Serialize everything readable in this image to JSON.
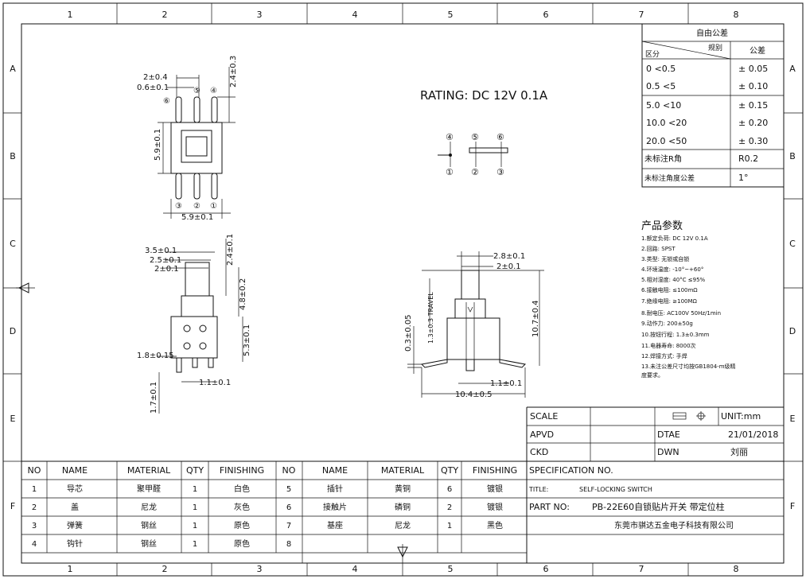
{
  "grid": {
    "cols": [
      "1",
      "2",
      "3",
      "4",
      "5",
      "6",
      "7",
      "8"
    ],
    "rows": [
      "A",
      "B",
      "C",
      "D",
      "E",
      "F"
    ]
  },
  "rating": "RATING: DC  12V  0.1A",
  "top_view": {
    "dims": [
      "2±0.4",
      "0.6±0.1",
      "2.4±0.3",
      "5.9±0.1",
      "5.9±0.1"
    ],
    "pins_top": [
      "⑥",
      "⑤",
      "④"
    ],
    "pins_bottom": [
      "③",
      "②",
      "①"
    ]
  },
  "schematic": {
    "top": [
      "④",
      "⑤",
      "⑥"
    ],
    "bottom": [
      "①",
      "②",
      "③"
    ]
  },
  "side_view": {
    "dims": [
      "3.5±0.1",
      "2.5±0.1",
      "2±0.1",
      "2.4±0.1",
      "4.8±0.2",
      "5.3±0.1",
      "1.8±0.15",
      "1.1±0.1",
      "1.7±0.1"
    ]
  },
  "front_view": {
    "dims": [
      "2.8±0.1",
      "2±0.1",
      "10.7±0.4",
      "0.3±0.05",
      "1.1±0.1",
      "10.4±0.5"
    ],
    "travel": "1.3±0.3  TRAVEL"
  },
  "tolerance": {
    "title": "自由公差",
    "h_split": "规别",
    "h_range": "区分",
    "h_tol": "公差",
    "rows": [
      {
        "range": "0    <0.5",
        "tol": "± 0.05"
      },
      {
        "range": "0.5     <5",
        "tol": "± 0.10"
      },
      {
        "range": "5.0    <10",
        "tol": "± 0.15"
      },
      {
        "range": "10.0   <20",
        "tol": "± 0.20"
      },
      {
        "range": "20.0   <50",
        "tol": "± 0.30"
      },
      {
        "range": "未标注R角",
        "tol": "R0.2"
      },
      {
        "range": "未标注角度公差",
        "tol": "1°"
      }
    ]
  },
  "params": {
    "title": "产品参数",
    "items": [
      "1.额定负荷:     DC  12V  0.1A",
      "2.回路:         SPST",
      "3.类型:         无锁或自锁",
      "4.环境温度:     -10°~+60°",
      "5.相对湿度:     40°C  ≤95%",
      "6.接触电阻:     ≤100mΩ",
      "7.绝缘电阻:     ≥100MΩ",
      "8.耐电压:       AC100V 50Hz/1min",
      "9.动作力:       200±50g",
      "10.按钮行程:    1.3±0.3mm",
      "11.电器寿命:    8000次",
      "12.焊接方式:    手焊",
      "13.未注公差尺寸均按GB1804-m级精",
      "度要求。"
    ]
  },
  "title_block": {
    "scale_label": "SCALE",
    "unit": "UNIT:mm",
    "apvd_label": "APVD",
    "date_label": "DTAE",
    "date": "21/01/2018",
    "ckd_label": "CKD",
    "dwn_label": "DWN",
    "dwn_name": "刘丽",
    "spec": "SPECIFICATION  NO.",
    "title_label": "TITLE:",
    "title_value": "SELF-LOCKING  SWITCH",
    "part_label": "PART  NO:",
    "part_value": "PB-22E60自锁贴片开关  带定位柱",
    "company": "东莞市骐达五金电子科技有限公司"
  },
  "bom": {
    "headers": [
      "NO",
      "NAME",
      "MATERIAL",
      "QTY",
      "FINISHING",
      "NO",
      "NAME",
      "MATERIAL",
      "QTY",
      "FINISHING"
    ],
    "rows": [
      [
        "1",
        "导芯",
        "聚甲醛",
        "1",
        "白色",
        "5",
        "插针",
        "黄铜",
        "6",
        "镀银"
      ],
      [
        "2",
        "盖",
        "尼龙",
        "1",
        "灰色",
        "6",
        "接触片",
        "磷铜",
        "2",
        "镀银"
      ],
      [
        "3",
        "弹簧",
        "钢丝",
        "1",
        "原色",
        "7",
        "基座",
        "尼龙",
        "1",
        "黑色"
      ],
      [
        "4",
        "钩针",
        "钢丝",
        "1",
        "原色",
        "8",
        "",
        "",
        "",
        ""
      ]
    ]
  }
}
